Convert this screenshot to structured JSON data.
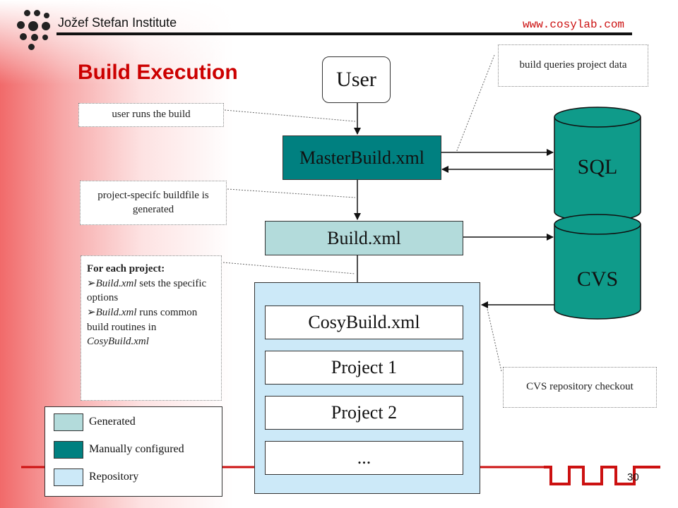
{
  "header": {
    "institute": "Jožef Stefan Institute",
    "url": "www.cosylab.com",
    "slide_title": "Build Execution",
    "page_number": "30"
  },
  "diagram": {
    "nodes": {
      "user": "User",
      "master_build": "MasterBuild.xml",
      "build": "Build.xml",
      "cosy_build": "CosyBuild.xml",
      "project1": "Project 1",
      "project2": "Project 2",
      "ellipsis": "...",
      "sql": "SQL",
      "cvs": "CVS"
    },
    "notes": {
      "build_queries": "build queries project data",
      "user_runs": "user runs the build",
      "project_specific": "project-specifc buildfile is generated",
      "for_each_title": "For each project:",
      "for_each_item1_italic": "Build.xml",
      "for_each_item1_rest": " sets the specific options",
      "for_each_item2_italic": "Build.xml",
      "for_each_item2_rest": " runs common build routines in ",
      "for_each_item2_tail": "CosyBuild.xml",
      "cvs_checkout": "CVS repository checkout"
    }
  },
  "legend": {
    "items": [
      {
        "label": "Generated",
        "color": "#b3dbdb"
      },
      {
        "label": "Manually configured",
        "color": "#008080"
      },
      {
        "label": "Repository",
        "color": "#cce9f8"
      }
    ]
  },
  "colors": {
    "teal": "#008080",
    "light_teal": "#b3dbdb",
    "repository": "#cce9f8",
    "cylinder": "#0f9b8a",
    "title_red": "#cc0000",
    "accent_red": "#cc1111"
  }
}
